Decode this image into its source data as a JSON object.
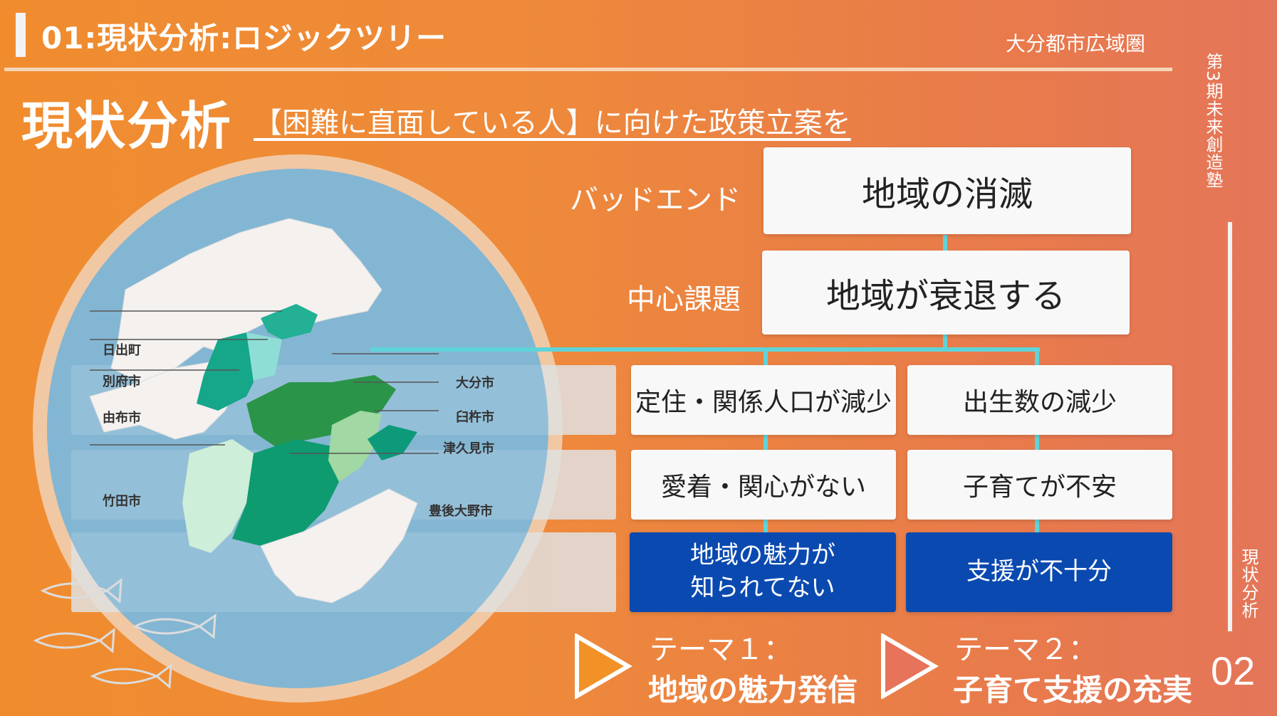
{
  "header": {
    "title": "01:現状分析:ロジックツリー",
    "region": "大分都市広域圏",
    "org": "第3期未来創造塾",
    "section_vertical": "現状分析",
    "page_number": "02"
  },
  "section": {
    "title": "現状分析",
    "subtitle": "【困難に直面している人】に向けた政策立案を"
  },
  "map": {
    "labels": [
      "日出町",
      "別府市",
      "由布市",
      "竹田市",
      "大分市",
      "臼杵市",
      "津久見市",
      "豊後大野市"
    ]
  },
  "tree": {
    "bad_end_label": "バッドエンド",
    "bad_end": "地域の消滅",
    "core_label": "中心課題",
    "core": "地域が衰退する",
    "left_col": [
      "定住・関係人口が減少",
      "愛着・関心がない",
      "地域の魅力が\n知られてない"
    ],
    "right_col": [
      "出生数の減少",
      "子育てが不安",
      "支援が不十分"
    ]
  },
  "themes": [
    {
      "label": "テーマ１：",
      "name": "地域の魅力発信",
      "color": "#f29226"
    },
    {
      "label": "テーマ２：",
      "name": "子育て支援の充実",
      "color": "#e6735a"
    }
  ],
  "colors": {
    "accent_blue": "#0a4ab0",
    "connector": "#5fd4d8"
  }
}
